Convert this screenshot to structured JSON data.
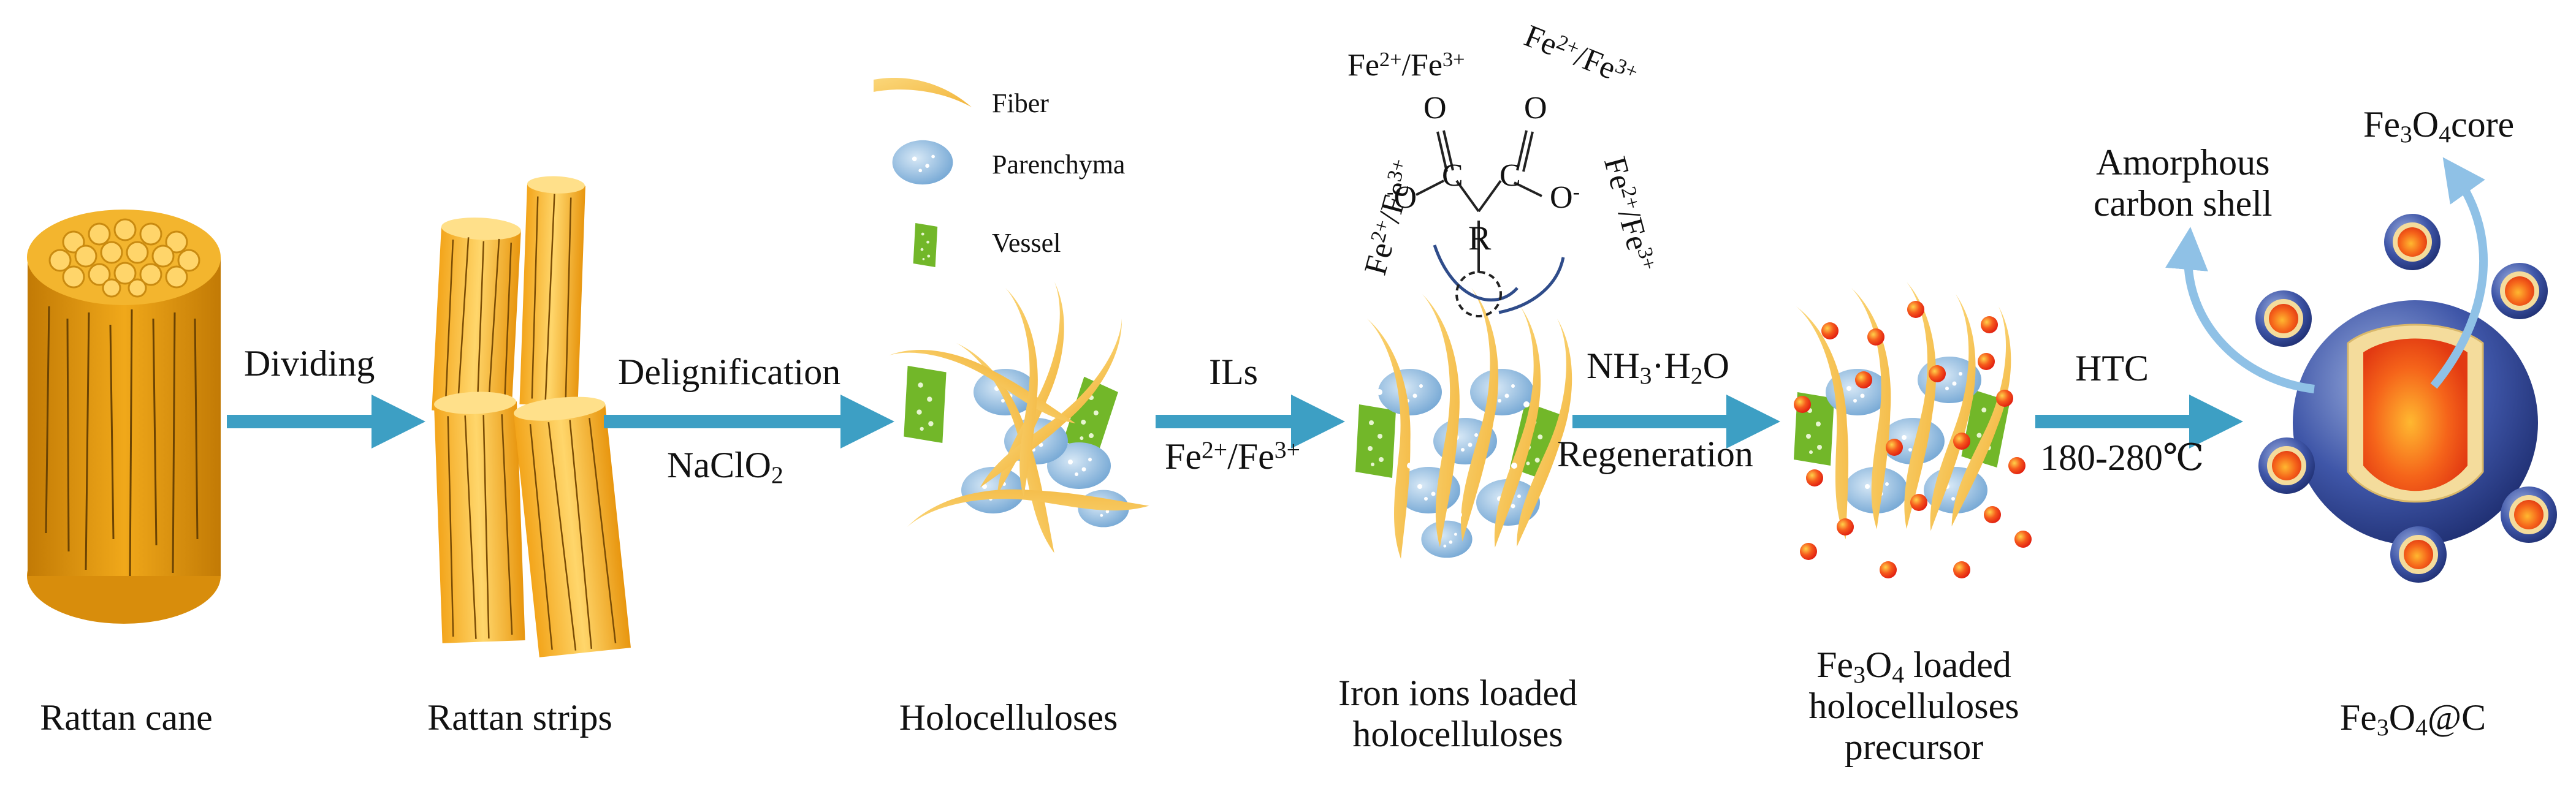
{
  "legend": {
    "fiber": "Fiber",
    "parenchyma": "Parenchyma",
    "vessel": "Vessel"
  },
  "arrows": {
    "dividing": "Dividing",
    "delignification": "Delignification",
    "naclo2": {
      "base": "NaClO",
      "sub": "2"
    },
    "ils": "ILs",
    "iron": {
      "a": "Fe",
      "a_sup": "2+",
      "sep": "/Fe",
      "b_sup": "3+"
    },
    "nh3": {
      "base": "NH",
      "sub1": "3",
      "mid": "·H",
      "sub2": "2",
      "end": "O"
    },
    "regeneration": "Regeneration",
    "htc": "HTC",
    "temp": "180-280℃"
  },
  "captions": {
    "rattan_cane": "Rattan cane",
    "rattan_strips": "Rattan strips",
    "holocelluloses": "Holocelluloses",
    "iron_loaded_1": "Iron ions loaded",
    "iron_loaded_2": "holocelluloses",
    "fe3o4_loaded_1": {
      "a": "Fe",
      "sub1": "3",
      "b": "O",
      "sub2": "4",
      "rest": " loaded"
    },
    "fe3o4_loaded_2": "holocelluloses",
    "fe3o4_loaded_3": "precursor",
    "fe3o4c": {
      "a": "Fe",
      "sub1": "3",
      "b": "O",
      "sub2": "4",
      "rest": "@C"
    }
  },
  "chemistry": {
    "fe_label": {
      "a": "Fe",
      "a_sup": "2+",
      "sep": "/Fe",
      "b_sup": "3+"
    },
    "o": "O",
    "o_minus": "O",
    "minus": "-",
    "c": "C",
    "r": "R"
  },
  "product": {
    "amorphous_1": "Amorphous",
    "amorphous_2": "carbon shell",
    "core": {
      "a": "Fe",
      "sub1": "3",
      "b": "O",
      "sub2": "4",
      "rest": "core"
    }
  },
  "colors": {
    "arrow": "#3d9fc4",
    "rattan": "#e8a316",
    "fiber": "#f7c451",
    "parenchyma": "#8fbbdf",
    "vessel": "#72b729",
    "particle": "#ee3a1f",
    "sphere": "#2a3c8a"
  }
}
